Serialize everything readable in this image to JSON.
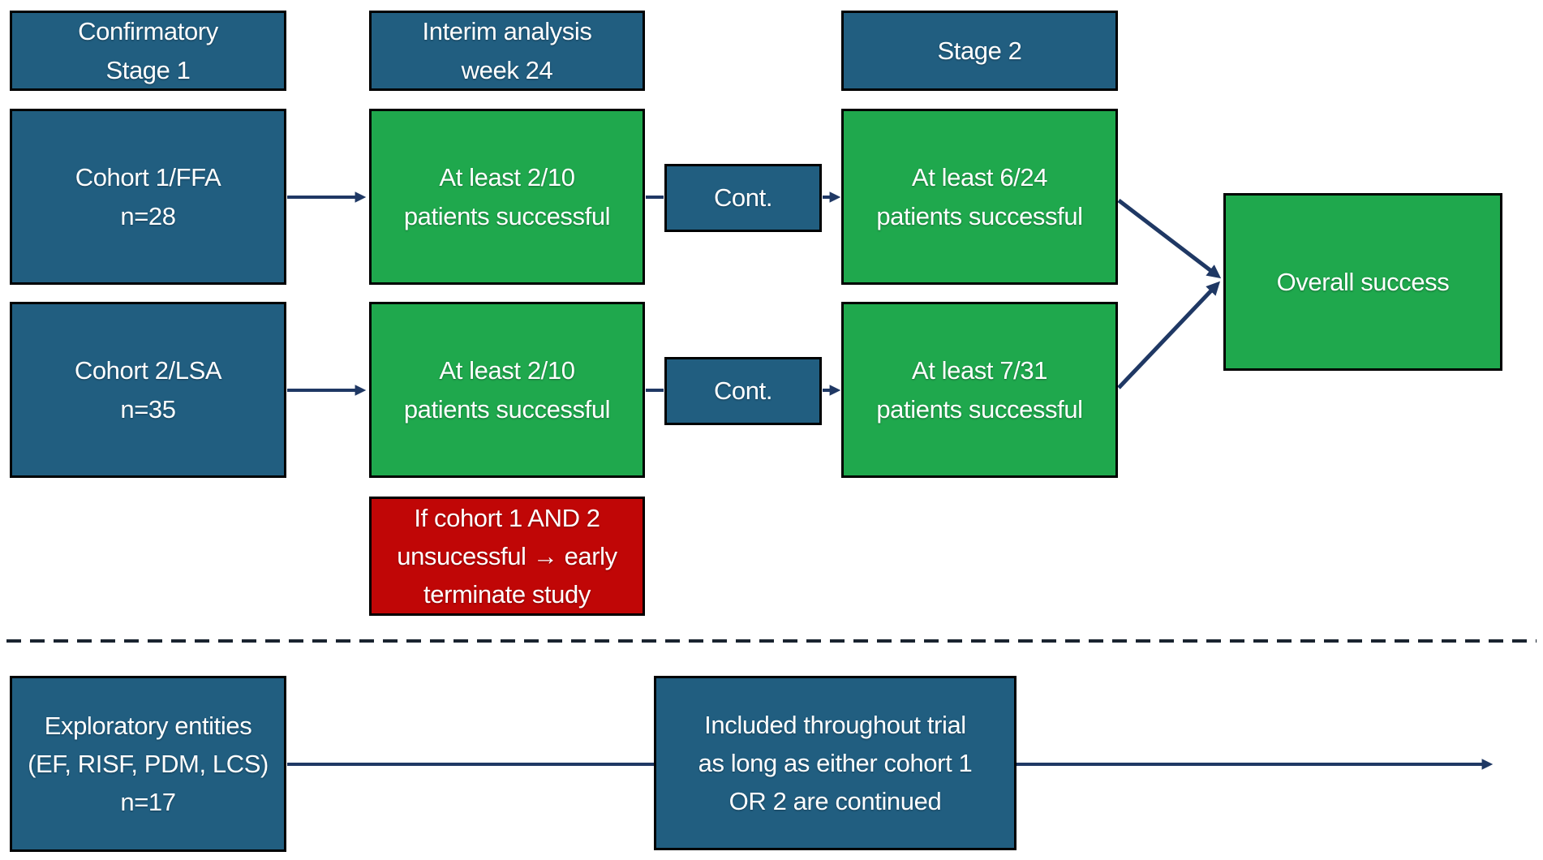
{
  "figure": {
    "type": "flowchart",
    "description": "Two-stage confirmatory trial design with interim analysis at week 24, early-termination rule and exploratory entities cohort"
  },
  "palette": {
    "blue": "#215E80",
    "green": "#1FA84D",
    "red": "#C00606",
    "arrow": "#1F3864",
    "divider": "#1A2430",
    "text": "#FFFFFF",
    "border": "#000000",
    "background": "#FFFFFF"
  },
  "nodes": {
    "header_stage1": {
      "label": "Confirmatory\nStage 1",
      "color": "blue"
    },
    "header_interim": {
      "label": "Interim analysis\nweek 24",
      "color": "blue"
    },
    "header_stage2": {
      "label": "Stage 2",
      "color": "blue"
    },
    "cohort1": {
      "label": "Cohort 1/FFA\nn=28",
      "color": "blue"
    },
    "cohort1_interim": {
      "label": "At least 2/10\npatients successful",
      "color": "green"
    },
    "cont1": {
      "label": "Cont.",
      "color": "blue"
    },
    "cohort1_stage2": {
      "label": "At least 6/24\npatients successful",
      "color": "green"
    },
    "cohort2": {
      "label": "Cohort 2/LSA\nn=35",
      "color": "blue"
    },
    "cohort2_interim": {
      "label": "At least 2/10\npatients successful",
      "color": "green"
    },
    "cont2": {
      "label": "Cont.",
      "color": "blue"
    },
    "cohort2_stage2": {
      "label": "At least 7/31\npatients successful",
      "color": "green"
    },
    "overall_success": {
      "label": "Overall success",
      "color": "green"
    },
    "early_termination": {
      "label": "If cohort 1 AND 2\nunsucessful → early\nterminate study",
      "color": "red"
    },
    "exploratory": {
      "label": "Exploratory entities\n(EF, RISF, PDM, LCS)\nn=17",
      "color": "blue"
    },
    "exploratory_note": {
      "label": "Included throughout trial\nas long as either cohort 1\nOR 2 are continued",
      "color": "blue"
    }
  }
}
